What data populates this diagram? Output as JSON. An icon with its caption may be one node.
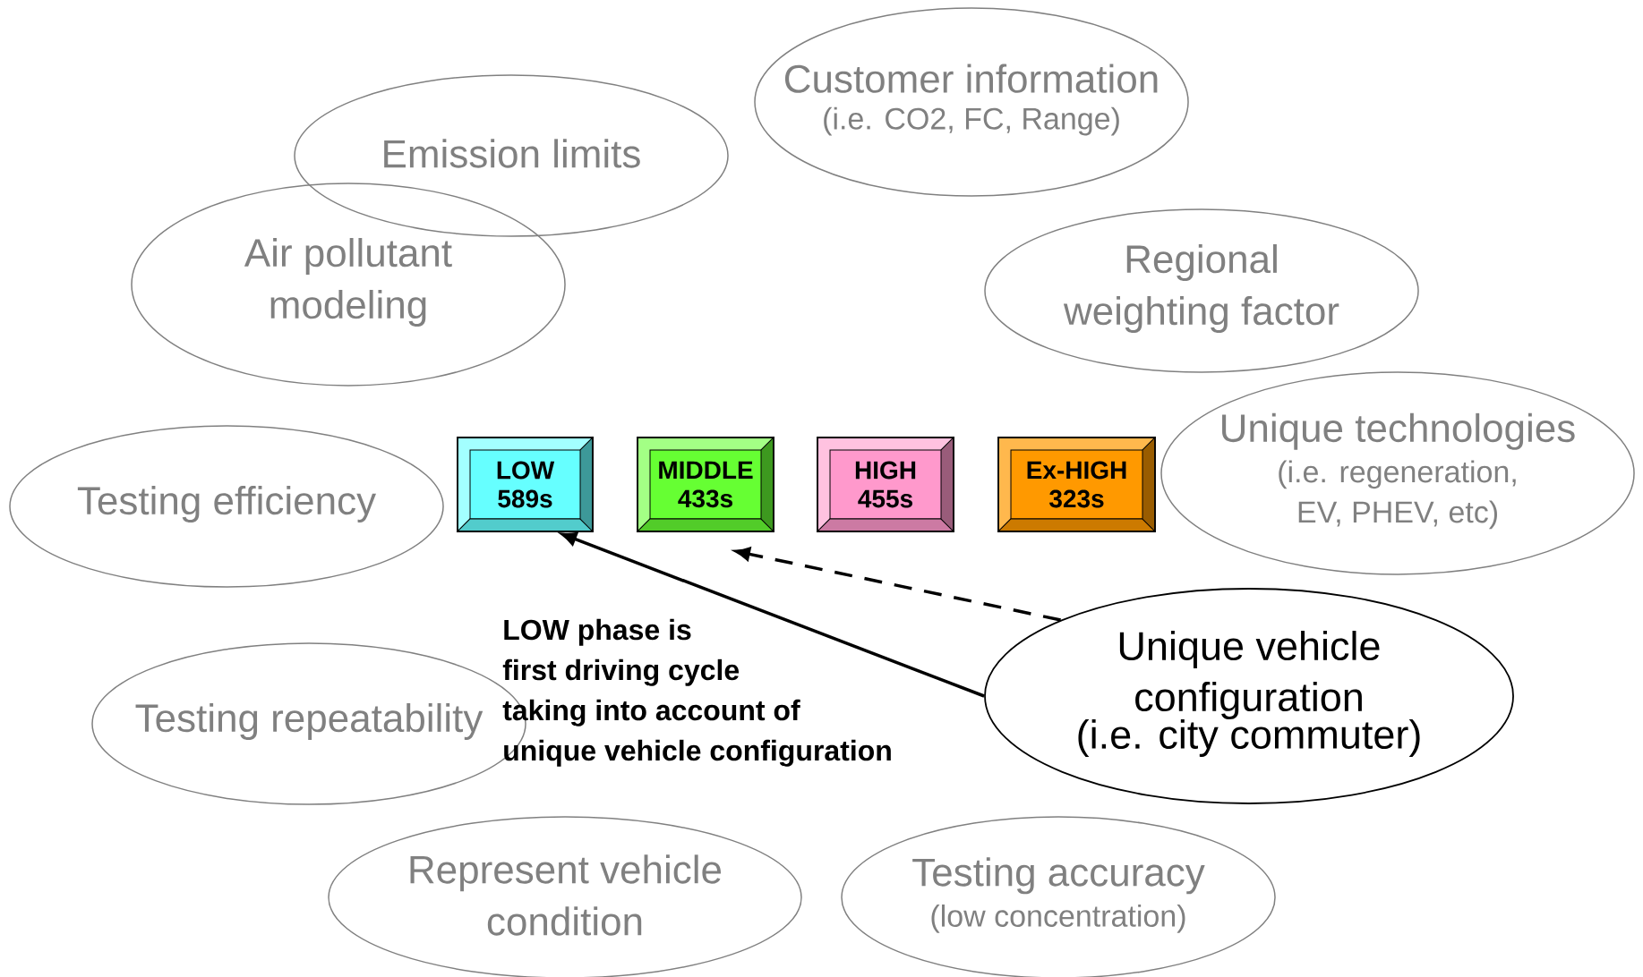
{
  "diagram": {
    "nodes": [
      {
        "text": [
          "Customer information",
          "(i.e. CO2, FC, Range)"
        ]
      },
      {
        "text": [
          "Emission limits"
        ]
      },
      {
        "text": [
          "Air pollutant modeling"
        ]
      },
      {
        "text": [
          "Regional weighting factor"
        ]
      },
      {
        "text": [
          "Unique technologies",
          "(i.e. regeneration, EV, PHEV, etc)"
        ]
      },
      {
        "text": [
          "Testing efficiency"
        ]
      },
      {
        "text": [
          "LOW",
          "589s"
        ]
      },
      {
        "text": [
          "MIDDLE",
          "433s"
        ]
      },
      {
        "text": [
          "HIGH",
          "455s"
        ]
      },
      {
        "text": [
          "Ex-HIGH",
          "323s"
        ]
      },
      {
        "text": [
          "Unique vehicle configuration",
          "(i.e. city commuter)"
        ]
      },
      {
        "text": [
          "Testing repeatability"
        ]
      },
      {
        "text": [
          "Represent vehicle condition"
        ]
      },
      {
        "text": [
          "Testing accuracy",
          "(low concentration)"
        ]
      }
    ],
    "edges": [
      {
        "from": 10,
        "to": 6,
        "arrow": "to"
      },
      {
        "from": 10,
        "to": 7,
        "arrow": "to",
        "style": "dashed"
      }
    ],
    "labels": [
      "LOW phase is",
      "first driving cycle",
      "taking into account of",
      "unique vehicle configuration"
    ]
  }
}
